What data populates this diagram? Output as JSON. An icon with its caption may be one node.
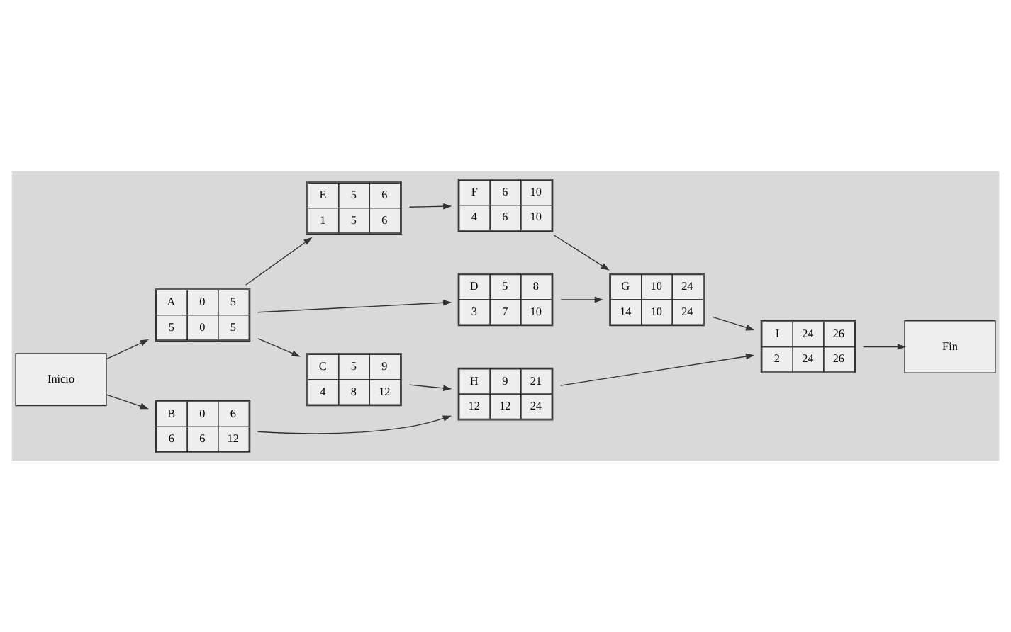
{
  "diagram": {
    "nodes": [
      {
        "text": [
          "E",
          "5",
          "6",
          "1",
          "5",
          "6"
        ]
      },
      {
        "text": [
          "F",
          "6",
          "10",
          "4",
          "6",
          "10"
        ]
      },
      {
        "text": [
          "A",
          "0",
          "5",
          "5",
          "0",
          "5"
        ]
      },
      {
        "text": [
          "D",
          "5",
          "8",
          "3",
          "7",
          "10"
        ]
      },
      {
        "text": [
          "G",
          "10",
          "24",
          "14",
          "10",
          "24"
        ]
      },
      {
        "text": [
          "Inicio"
        ]
      },
      {
        "text": [
          "C",
          "5",
          "9",
          "4",
          "8",
          "12"
        ]
      },
      {
        "text": [
          "H",
          "9",
          "21",
          "12",
          "12",
          "24"
        ]
      },
      {
        "text": [
          "I",
          "24",
          "26",
          "2",
          "24",
          "26"
        ]
      },
      {
        "text": [
          "Fin"
        ]
      },
      {
        "text": [
          "B",
          "0",
          "6",
          "6",
          "6",
          "12"
        ]
      }
    ],
    "edges": [
      {
        "from": 5,
        "to": 2,
        "arrow": "to"
      },
      {
        "from": 5,
        "to": 10,
        "arrow": "to"
      },
      {
        "from": 2,
        "to": 0,
        "arrow": "to"
      },
      {
        "from": 2,
        "to": 3,
        "arrow": "to"
      },
      {
        "from": 2,
        "to": 6,
        "arrow": "to"
      },
      {
        "from": 0,
        "to": 1,
        "arrow": "to"
      },
      {
        "from": 1,
        "to": 4,
        "arrow": "to"
      },
      {
        "from": 3,
        "to": 4,
        "arrow": "to"
      },
      {
        "from": 6,
        "to": 7,
        "arrow": "to"
      },
      {
        "from": 10,
        "to": 7,
        "arrow": "to"
      },
      {
        "from": 4,
        "to": 8,
        "arrow": "to"
      },
      {
        "from": 7,
        "to": 8,
        "arrow": "to"
      },
      {
        "from": 8,
        "to": 9,
        "arrow": "to"
      }
    ]
  }
}
